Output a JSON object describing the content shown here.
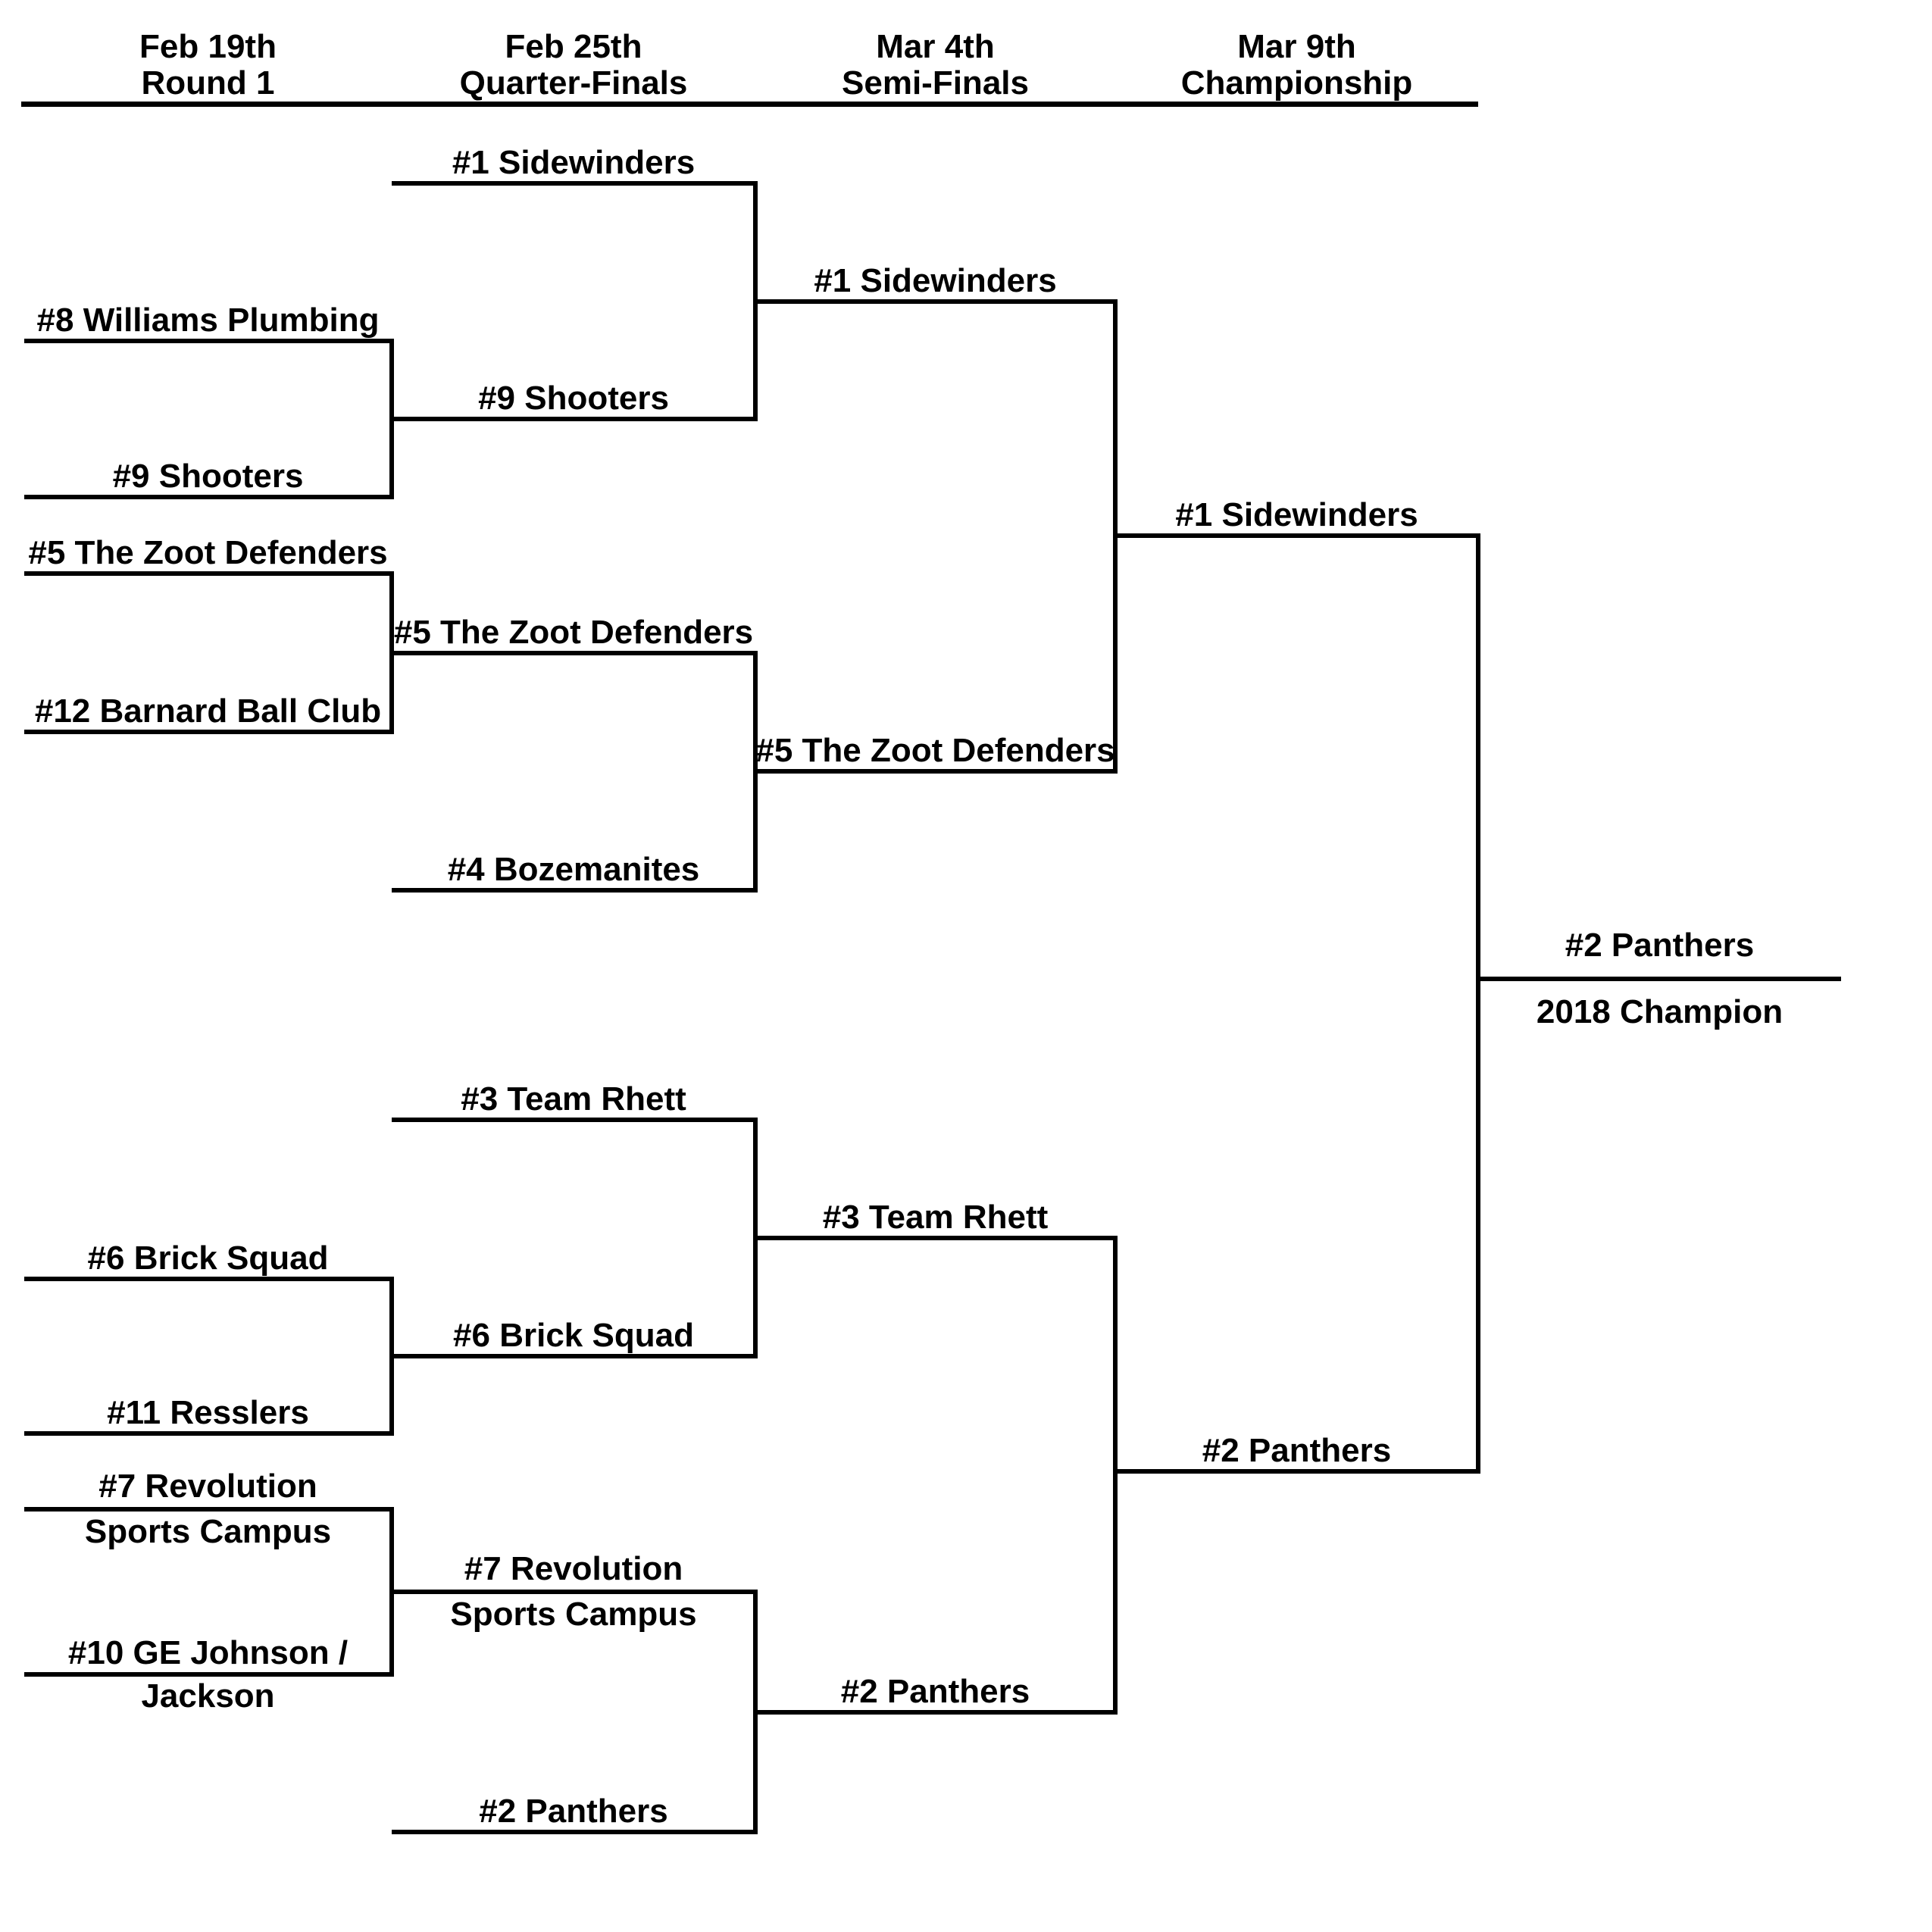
{
  "page": {
    "background": "#ffffff",
    "line_color": "#000000",
    "text_color": "#000000"
  },
  "header": {
    "columns": [
      {
        "date": "Feb 19th",
        "round": "Round 1"
      },
      {
        "date": "Feb 25th",
        "round": "Quarter-Finals"
      },
      {
        "date": "Mar 4th",
        "round": "Semi-Finals"
      },
      {
        "date": "Mar 9th",
        "round": "Championship"
      }
    ]
  },
  "round1": {
    "slots": [
      {
        "team": "#8 Williams Plumbing"
      },
      {
        "team": "#9 Shooters"
      },
      {
        "team": "#5 The Zoot Defenders"
      },
      {
        "team": "#12 Barnard Ball Club"
      },
      {
        "team": "#6 Brick Squad"
      },
      {
        "team": "#11 Resslers"
      },
      {
        "line1": "#7 Revolution",
        "line2": "Sports Campus"
      },
      {
        "line1": "#10 GE Johnson /",
        "line2": "Jackson"
      }
    ]
  },
  "quarterfinals": {
    "slots": [
      {
        "team": "#1 Sidewinders"
      },
      {
        "team": "#9 Shooters"
      },
      {
        "team": "#5 The Zoot Defenders"
      },
      {
        "team": "#4 Bozemanites"
      },
      {
        "team": "#3 Team Rhett"
      },
      {
        "team": "#6 Brick Squad"
      },
      {
        "line1": "#7 Revolution",
        "line2": "Sports Campus"
      },
      {
        "team": "#2 Panthers"
      }
    ]
  },
  "semifinals": {
    "slots": [
      {
        "team": "#1 Sidewinders"
      },
      {
        "team": "#5 The Zoot Defenders"
      },
      {
        "team": "#3 Team Rhett"
      },
      {
        "team": "#2 Panthers"
      }
    ]
  },
  "final": {
    "slots": [
      {
        "team": "#1 Sidewinders"
      },
      {
        "team": "#2 Panthers"
      }
    ]
  },
  "champion": {
    "team": "#2 Panthers",
    "caption": "2018 Champion"
  }
}
